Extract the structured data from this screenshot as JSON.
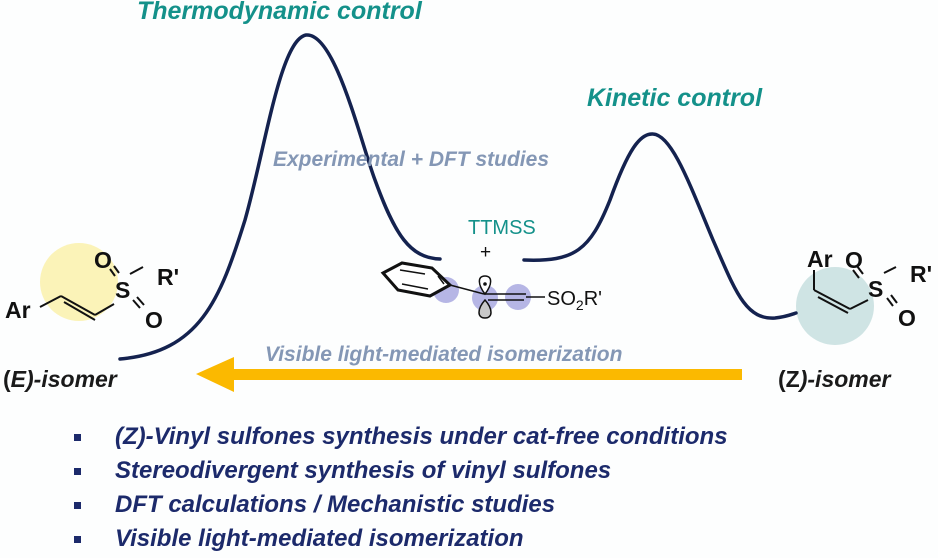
{
  "labels": {
    "thermodynamic": "Thermodynamic control",
    "kinetic": "Kinetic control",
    "studies": "Experimental + DFT studies",
    "reagent": "TTMSS",
    "plus": "+",
    "isomerization": "Visible light-mediated isomerization"
  },
  "e_isomer": {
    "prefix": "(",
    "letter": "E",
    "suffix": ")-isomer",
    "ar": "Ar",
    "s": "S",
    "o_top": "O",
    "o_bottom": "O",
    "r": "R'"
  },
  "z_isomer": {
    "prefix": "(",
    "letter": "Z",
    "suffix": ")-isomer",
    "ar": "Ar",
    "s": "S",
    "o_top": "O",
    "o_bottom": "O",
    "r": "R'"
  },
  "intermediate": {
    "group": "SO",
    "subscript": "2",
    "r": "R'"
  },
  "bullets": [
    "(Z)-Vinyl sulfones synthesis under cat-free conditions",
    "Stereodivergent synthesis of vinyl sulfones",
    "DFT calculations / Mechanistic studies",
    "Visible light-mediated isomerization"
  ],
  "colors": {
    "curve": "#14224f",
    "teal": "#14918a",
    "grey_note": "#8497b5",
    "arrow": "#fbb900",
    "e_highlight": "#fbf3b8",
    "z_highlight": "#cfe4e4",
    "orbital": "#a9a9e0",
    "bullet_text": "#1c2a6b"
  }
}
